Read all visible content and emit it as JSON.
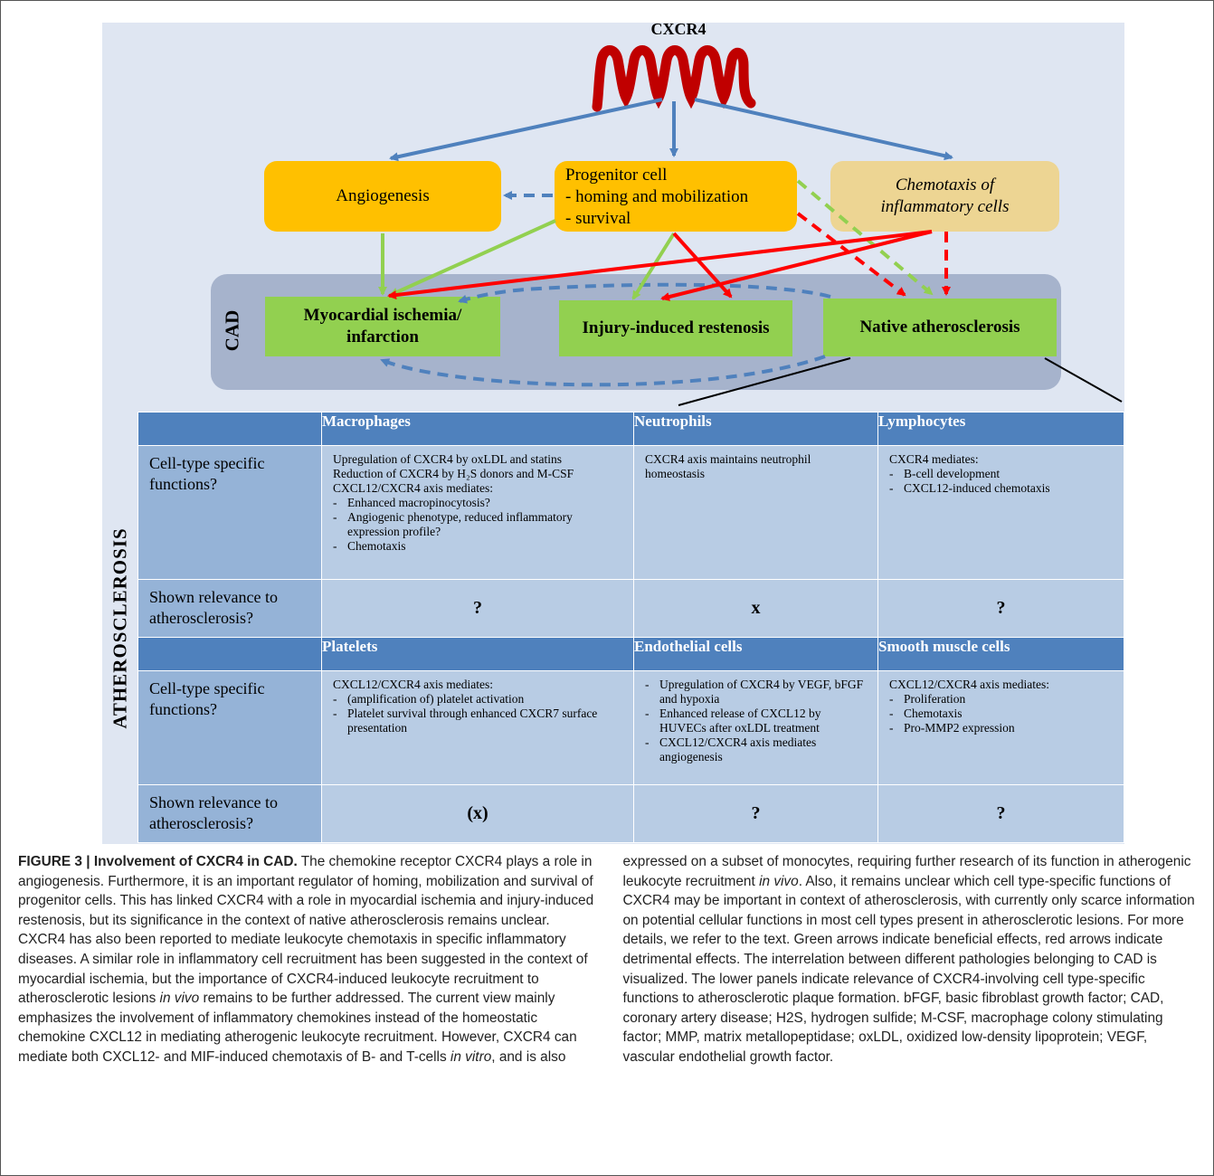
{
  "figure": {
    "receptor": "CXCR4",
    "nodes": {
      "angiogenesis": "Angiogenesis",
      "progenitor": "Progenitor cell\n- homing and mobilization\n- survival",
      "chemotaxis": "Chemotaxis of\ninflammatory cells",
      "myocardial": "Myocardial ischemia/\ninfarction",
      "restenosis": "Injury-induced restenosis",
      "atherosclerosis": "Native atherosclerosis"
    },
    "cad_label": "CAD",
    "atherosclerosis_label": "ATHEROSCLEROSIS",
    "colors": {
      "background": "#dfe6f2",
      "cad_panel": "#a6b3cc",
      "orange_node": "#ffc000",
      "tan_node": "#edd593",
      "green_node": "#92d050",
      "receptor": "#c00000",
      "blue_arrow": "#4f81bd",
      "green_arrow": "#92d050",
      "red_arrow": "#ff0000",
      "table_header": "#4f81bd",
      "table_label": "#95b3d7",
      "table_cell": "#b8cce4"
    }
  },
  "table": {
    "row_labels": {
      "functions": "Cell-type specific functions?",
      "relevance": "Shown relevance to atherosclerosis?"
    },
    "groups": [
      {
        "cells": [
          {
            "name": "Macrophages",
            "intro": [
              "Upregulation of CXCR4 by oxLDL and statins",
              "Reduction of CXCR4 by H₂S donors and M-CSF",
              "CXCL12/CXCR4 axis mediates:"
            ],
            "bullets": [
              "Enhanced macropinocytosis?",
              "Angiogenic phenotype, reduced inflammatory expression profile?",
              "Chemotaxis"
            ],
            "relevance": "?"
          },
          {
            "name": "Neutrophils",
            "intro": [
              "CXCR4 axis maintains neutrophil homeostasis"
            ],
            "bullets": [],
            "relevance": "x"
          },
          {
            "name": "Lymphocytes",
            "intro": [
              "CXCR4 mediates:"
            ],
            "bullets": [
              "B-cell development",
              "CXCL12-induced chemotaxis"
            ],
            "relevance": "?"
          }
        ]
      },
      {
        "cells": [
          {
            "name": "Platelets",
            "intro": [
              "CXCL12/CXCR4 axis mediates:"
            ],
            "bullets": [
              "(amplification of) platelet activation",
              "Platelet survival through enhanced CXCR7 surface presentation"
            ],
            "relevance": "(x)"
          },
          {
            "name": "Endothelial cells",
            "intro": [],
            "bullets": [
              "Upregulation of CXCR4 by VEGF, bFGF and hypoxia",
              "Enhanced release of CXCL12 by HUVECs after oxLDL treatment",
              "CXCL12/CXCR4 axis mediates angiogenesis"
            ],
            "relevance": "?"
          },
          {
            "name": "Smooth muscle cells",
            "intro": [
              "CXCL12/CXCR4 axis mediates:"
            ],
            "bullets": [
              "Proliferation",
              "Chemotaxis",
              "Pro-MMP2 expression"
            ],
            "relevance": "?"
          }
        ]
      }
    ]
  },
  "caption": {
    "label": "FIGURE 3 | Involvement of CXCR4 in CAD.",
    "segments": [
      {
        "t": " The chemokine receptor CXCR4 plays a role in angiogenesis. Furthermore, it is an important regulator of homing, mobilization and survival of progenitor cells. This has linked CXCR4 with a role in myocardial ischemia and injury-induced restenosis, but its significance in the context of native atherosclerosis remains unclear. CXCR4 has also been reported to mediate leukocyte chemotaxis in specific inflammatory diseases. A similar role in inflammatory cell recruitment has been suggested in the context of myocardial ischemia, but the importance of CXCR4-induced leukocyte recruitment to atherosclerotic lesions "
      },
      {
        "t": "in vivo",
        "i": true
      },
      {
        "t": " remains to be further addressed. The current view mainly emphasizes the involvement of inflammatory chemokines instead of the homeostatic chemokine CXCL12 in mediating atherogenic leukocyte recruitment. However, CXCR4 can mediate both CXCL12- and MIF-induced chemotaxis of B- and T-cells "
      },
      {
        "t": "in vitro",
        "i": true
      },
      {
        "t": ", and is also expressed on a subset of monocytes, requiring further research of its function in atherogenic leukocyte recruitment "
      },
      {
        "t": "in vivo",
        "i": true
      },
      {
        "t": ". Also, it remains unclear which cell type-specific functions of CXCR4 may be important in context of atherosclerosis, with currently only scarce information on potential cellular functions in most cell types present in atherosclerotic lesions. For more details, we refer to the text. Green arrows indicate beneficial effects, red arrows indicate detrimental effects. The interrelation between different pathologies belonging to CAD is visualized. The lower panels indicate relevance of CXCR4-involving cell type-specific functions to atherosclerotic plaque formation. bFGF, basic fibroblast growth factor; CAD, coronary artery disease; H2S, hydrogen sulfide; M-CSF, macrophage colony stimulating factor; MMP, matrix metallopeptidase; oxLDL, oxidized low-density lipoprotein; VEGF, vascular endothelial growth factor."
      }
    ]
  }
}
